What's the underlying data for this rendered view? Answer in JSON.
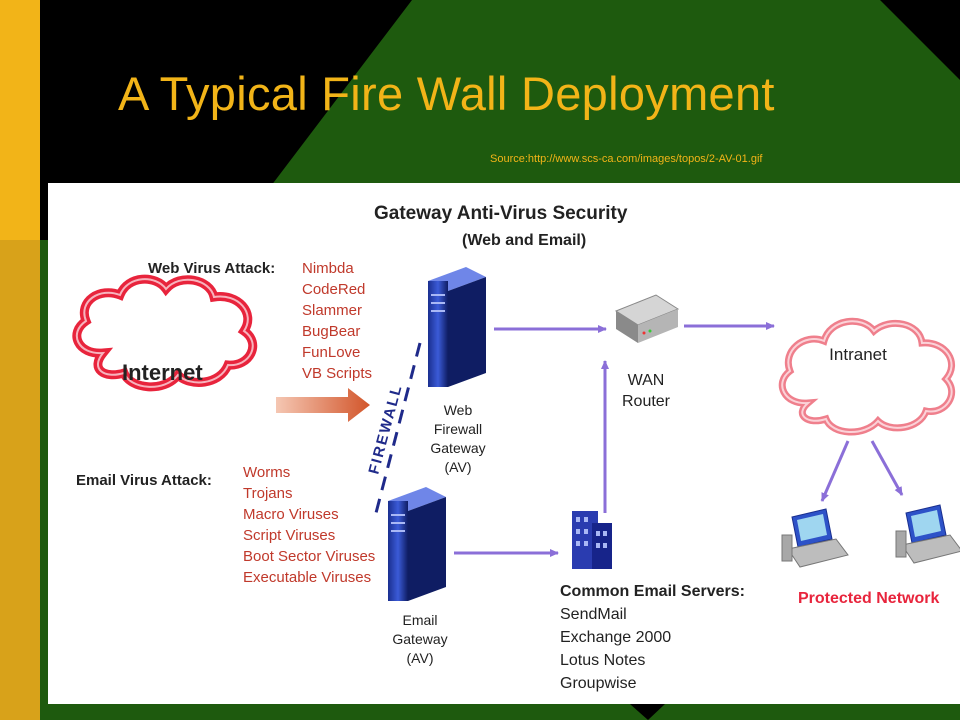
{
  "slide": {
    "title": "A Typical Fire Wall Deployment",
    "source": "Source:http://www.scs-ca.com/images/topos/2-AV-01.gif",
    "colors": {
      "title": "#f2b418",
      "background_green": "#1e5a0e",
      "sidebar_gold": "#d8a21a",
      "sidebar_yellow": "#f2b418"
    }
  },
  "diagram": {
    "title": "Gateway Anti-Virus Security",
    "subtitle": "(Web and Email)",
    "internet_label": "Internet",
    "intranet_label": "Intranet",
    "firewall_label": "FIREWALL",
    "web_attack": {
      "heading": "Web Virus Attack:",
      "items": [
        "Nimbda",
        "CodeRed",
        "Slammer",
        "BugBear",
        "FunLove",
        "VB Scripts"
      ]
    },
    "email_attack": {
      "heading": "Email Virus Attack:",
      "items": [
        "Worms",
        "Trojans",
        "Macro Viruses",
        "Script Viruses",
        "Boot Sector Viruses",
        "Executable Viruses"
      ]
    },
    "web_gateway": [
      "Web",
      "Firewall",
      "Gateway",
      "(AV)"
    ],
    "email_gateway": [
      "Email",
      "Gateway",
      "(AV)"
    ],
    "router": [
      "WAN",
      "Router"
    ],
    "email_servers": {
      "heading": "Common Email Servers:",
      "items": [
        "SendMail",
        "Exchange 2000",
        "Lotus Notes",
        "Groupwise"
      ]
    },
    "protected_network": "Protected Network",
    "colors": {
      "virus_text": "#c0392b",
      "arrow": "#8b6fd8",
      "cloud_red": "#e8243c",
      "attack_arrow": "#d2552a"
    }
  }
}
